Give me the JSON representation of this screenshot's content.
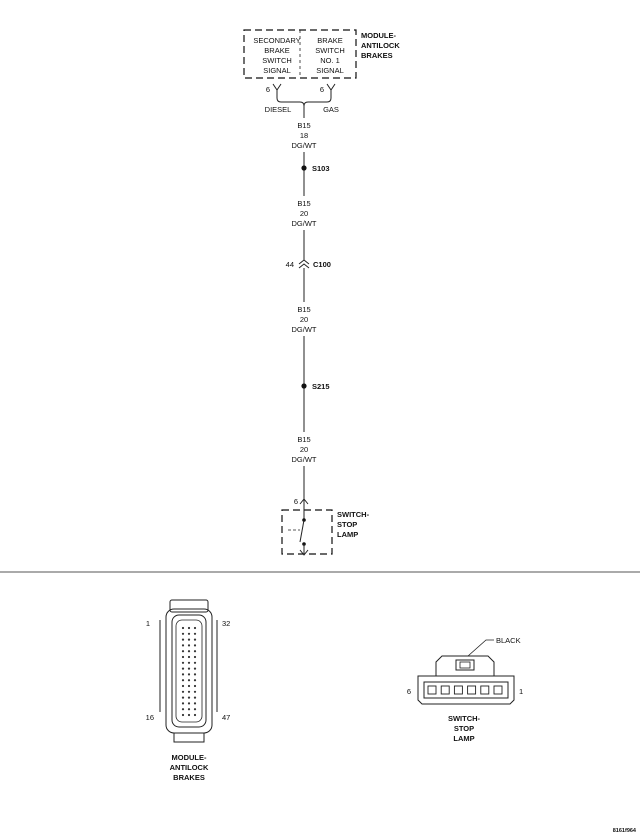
{
  "module": {
    "name_lines": [
      "MODULE-",
      "ANTILOCK",
      "BRAKES"
    ],
    "left_pin_lines": [
      "SECONDARY",
      "BRAKE",
      "SWITCH",
      "SIGNAL"
    ],
    "right_pin_lines": [
      "BRAKE",
      "SWITCH",
      "NO. 1",
      "SIGNAL"
    ],
    "left_pin_number": "6",
    "right_pin_number": "6",
    "left_variant": "DIESEL",
    "right_variant": "GAS"
  },
  "segments": [
    {
      "circuit": "B15",
      "gauge": "18",
      "color": "DG/WT"
    },
    {
      "circuit": "B15",
      "gauge": "20",
      "color": "DG/WT"
    },
    {
      "circuit": "B15",
      "gauge": "20",
      "color": "DG/WT"
    },
    {
      "circuit": "B15",
      "gauge": "20",
      "color": "DG/WT"
    }
  ],
  "splices": [
    {
      "label": "S103"
    },
    {
      "label": "S215"
    }
  ],
  "connector_c100": {
    "label": "C100",
    "pin": "44"
  },
  "switch": {
    "pin": "6",
    "name_lines": [
      "SWITCH-",
      "STOP",
      "LAMP"
    ]
  },
  "connector_views": {
    "abs": {
      "pin_top_left": "1",
      "pin_top_right": "32",
      "pin_bottom_left": "16",
      "pin_bottom_right": "47",
      "name_lines": [
        "MODULE-",
        "ANTILOCK",
        "BRAKES"
      ]
    },
    "stop_lamp": {
      "color_label": "BLACK",
      "pin_left": "6",
      "pin_right": "1",
      "name_lines": [
        "SWITCH-",
        "STOP",
        "LAMP"
      ]
    }
  },
  "figure_id": "8161f964"
}
